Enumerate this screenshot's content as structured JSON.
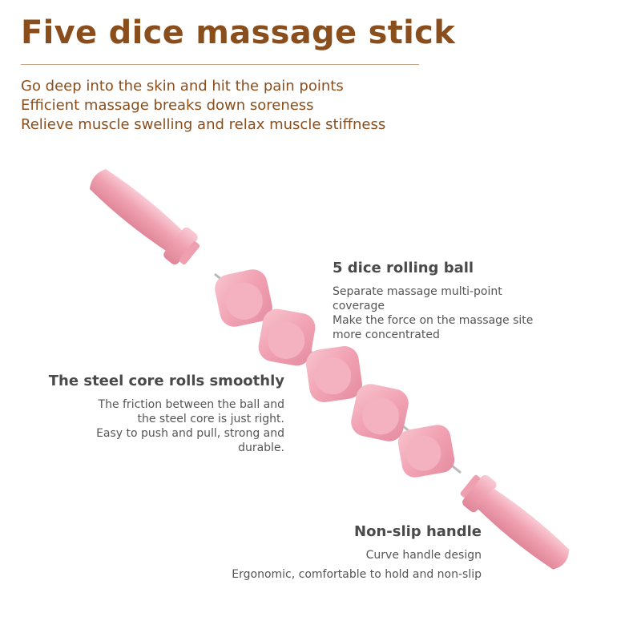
{
  "header": {
    "title": "Five dice massage stick",
    "lines": [
      "Go deep into the skin and hit the pain points",
      "Efficient massage breaks down soreness",
      "Relieve muscle swelling and relax muscle stiffness"
    ]
  },
  "features": {
    "rolling_ball": {
      "heading": "5 dice rolling ball",
      "lines": [
        "Separate massage multi-point",
        "coverage",
        "Make the force on the massage site",
        "more concentrated"
      ]
    },
    "steel_core": {
      "heading": "The steel core rolls smoothly",
      "lines": [
        "The friction between the ball and",
        "the steel core is just right.",
        "Easy to push and pull, strong and",
        "durable."
      ]
    },
    "handle": {
      "heading": "Non-slip handle",
      "lines": [
        "Curve handle design",
        "Ergonomic, comfortable to hold and non-slip"
      ]
    }
  },
  "colors": {
    "title": "#8a4e1c",
    "product_pink": "#f2a7b6",
    "text_gray": "#4a4a4a"
  }
}
